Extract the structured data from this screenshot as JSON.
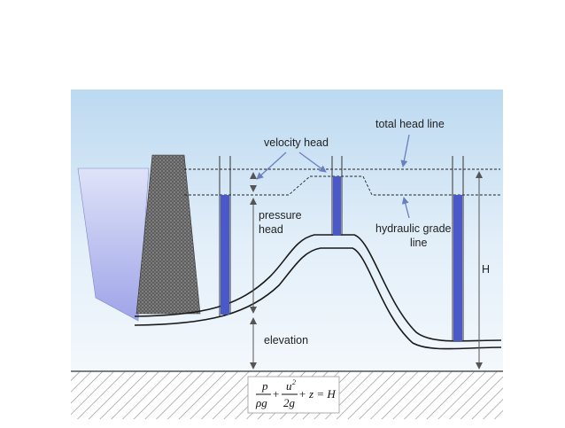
{
  "labels": {
    "total_head_line": "total head line",
    "velocity_head": "velocity head",
    "pressure_head_1": "pressure",
    "pressure_head_2": "head",
    "hydraulic_grade_1": "hydraulic grade",
    "hydraulic_grade_2": "line",
    "elevation": "elevation",
    "total_head_H": "H"
  },
  "equation": {
    "p": "p",
    "rho_g": "ρg",
    "plus1": "+",
    "u2": "u",
    "sq": "2",
    "two_g": "2g",
    "rest": "+ z = H"
  },
  "colors": {
    "background_top": "#bcd9f0",
    "background_bottom": "#eef5fb",
    "water": "#a4aaea",
    "dam": "#6e6e6e",
    "piezometer_fill": "#4a58c8",
    "ground_hatch": "#888888"
  }
}
